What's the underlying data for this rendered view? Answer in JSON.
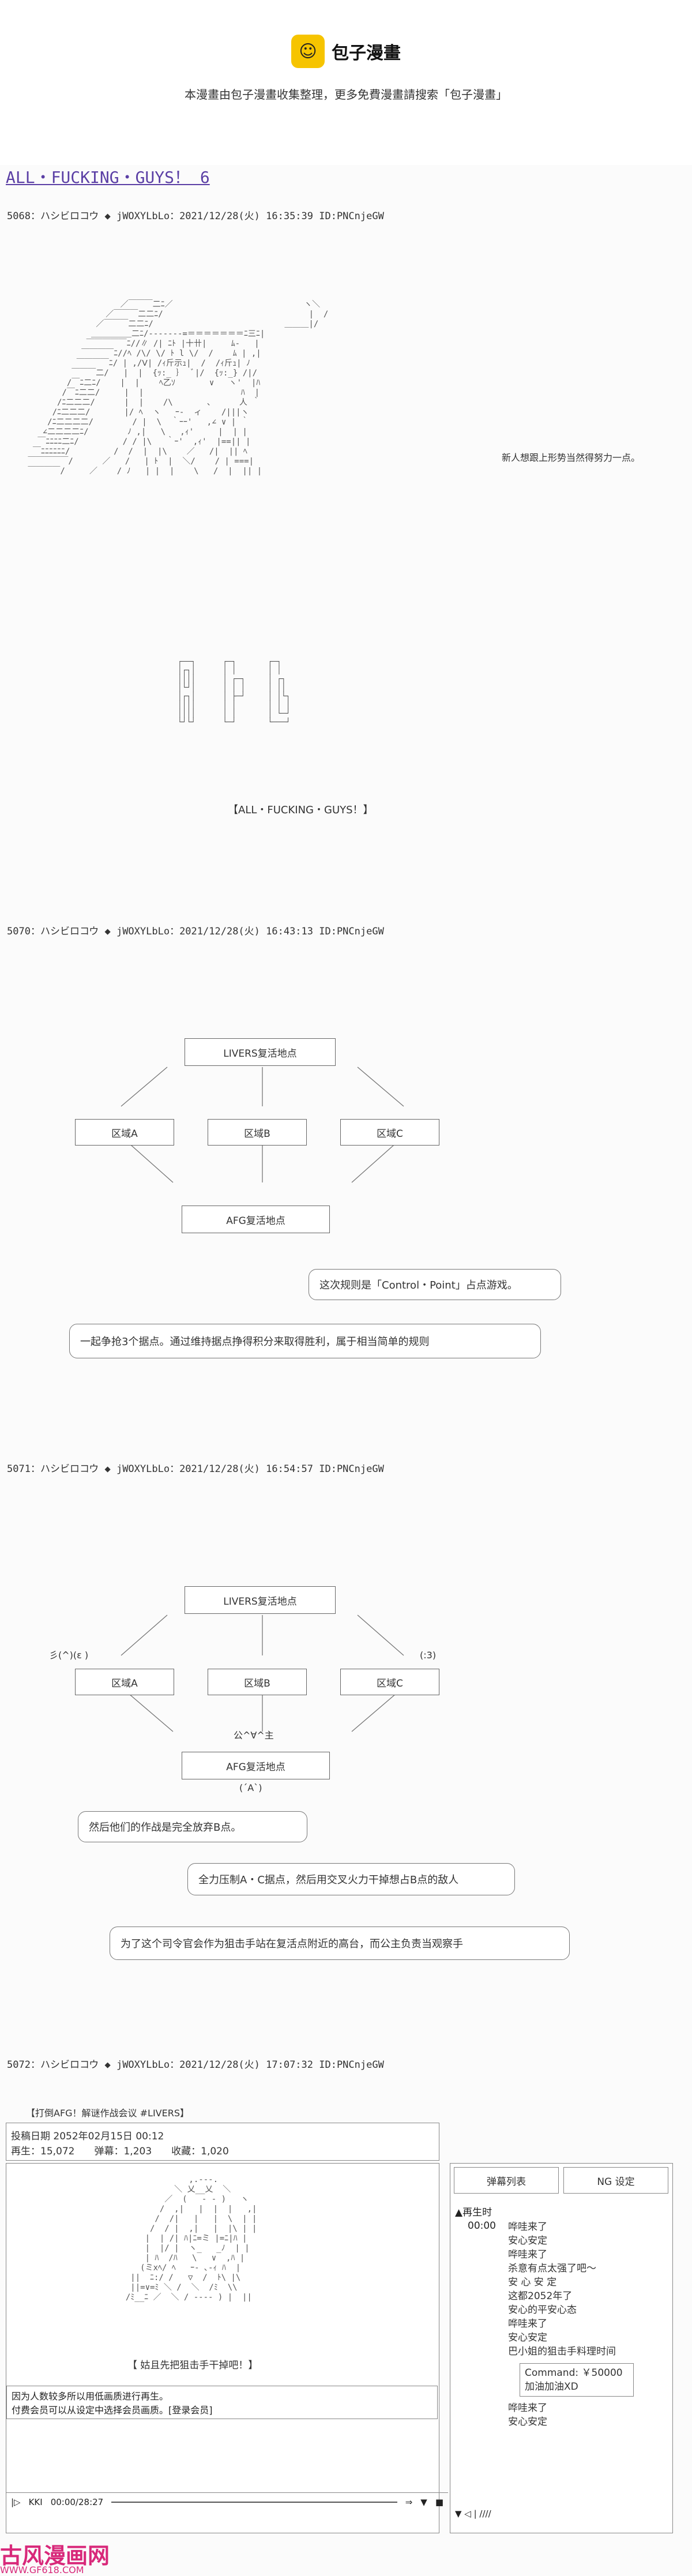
{
  "header": {
    "brand": "包子漫畫",
    "tagline": "本漫畫由包子漫畫收集整理，更多免費漫畫請搜索「包子漫畫」"
  },
  "chapter_title": "ALL・FUCKING・GUYS！ 6",
  "posts": [
    "5068：ハシビロコウ ◆ jWOXYLbLo：2021/12/28(火) 16:35:39 ID:PNCnjeGW",
    "5070：ハシビロコウ ◆ jWOXYLbLo：2021/12/28(火) 16:43:13 ID:PNCnjeGW",
    "5071：ハシビロコウ ◆ jWOXYLbLo：2021/12/28(火) 16:54:57 ID:PNCnjeGW",
    "5072：ハシビロコウ ◆ jWOXYLbLo：2021/12/28(火) 17:07:32 ID:PNCnjeGW"
  ],
  "panel1": {
    "side_text": "新人想跟上形势当然得努力一点。",
    "caption": "【ALL・FUCKING・GUYS！】"
  },
  "panel2": {
    "nodes": {
      "top": "LIVERS复活地点",
      "a": "区域A",
      "b": "区域B",
      "c": "区域C",
      "bottom": "AFG复活地点"
    },
    "bubble1": "这次规则是「Control・Point」占点游戏。",
    "bubble2": "一起争抢3个据点。通过维持据点挣得积分来取得胜利，属于相当简单的规则"
  },
  "panel3": {
    "nodes": {
      "top": "LIVERS复活地点",
      "a": "区域A",
      "b": "区域B",
      "c": "区域C",
      "bottom": "AFG复活地点"
    },
    "face_left": "彡(^)(ε )",
    "face_right": "(:3)",
    "face_mid": "公^∀^主",
    "face_bottom": "(´A`)",
    "bubble1": "然后他们的作战是完全放弃B点。",
    "bubble2": "全力压制A・C据点，然后用交叉火力干掉想占B点的敌人",
    "bubble3": "为了这个司令官会作为狙击手站在复活点附近的高台，而公主负责当观察手"
  },
  "panel4": {
    "video_title": "【打倒AFG！解谜作战会议 #LIVERS】",
    "post_date": "投稿日期 2052年02月15日 00:12",
    "stats": "再生：15,072　　弹幕：1,203　　收藏：1,020",
    "tabs": [
      "弹幕列表",
      "NG 设定"
    ],
    "list_header": "再生时",
    "list_time": "00:00",
    "comments": [
      "哗哇来了",
      "安心安定",
      "哗哇来了",
      "杀意有点太强了吧～",
      "安 心 安 定",
      "这都2052年了",
      "安心的平安心态",
      "哗哇来了",
      "安心安定",
      "巴小姐的狙击手料理时间"
    ],
    "gift_line1": "Command: ￥50000",
    "gift_line2": "加油加油XD",
    "comments_after": [
      "哗哇来了",
      "安心安定"
    ],
    "subtitle": "【 姑且先把狙击手干掉吧！】",
    "notice1": "因为人数较多所以用低画质进行再生。",
    "notice2": "付费会员可以从设定中选择会员画质。[登录会员]",
    "timecode": "00:00/28:27",
    "kki": "KKI"
  },
  "footer": {
    "logo": "古风漫画网",
    "url": "WWW.GF618.COM"
  }
}
